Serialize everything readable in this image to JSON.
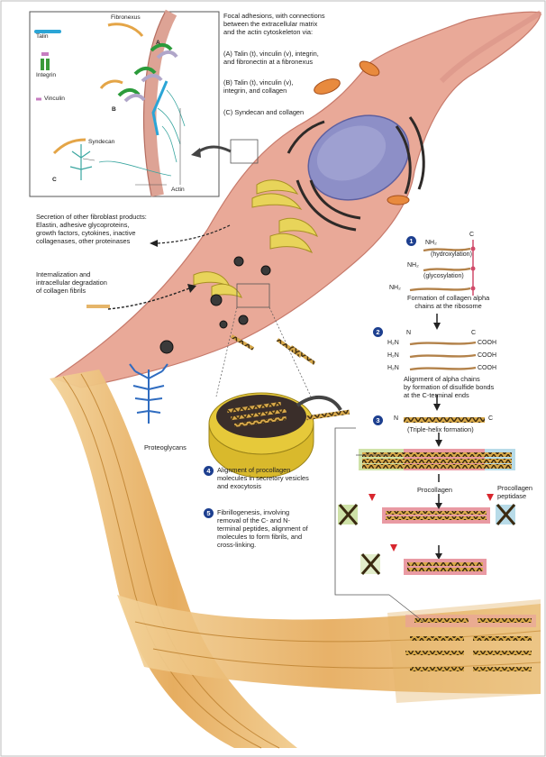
{
  "inset": {
    "title_lines": [
      "Focal adhesions, with connections",
      "between the extracellular matrix",
      "and the actin cytoskeleton via:"
    ],
    "option_a_lines": [
      "(A) Talin (t), vinculin (v), integrin,",
      "and fibronectin at a fibronexus"
    ],
    "option_b_lines": [
      "(B) Talin (t), vinculin (v),",
      "integrin, and collagen"
    ],
    "option_c": "(C) Syndecan and collagen",
    "key_talin": "Talin",
    "key_integrin": "Integrin",
    "key_vinculin": "Vinculin",
    "label_fibronexus": "Fibronexus",
    "label_syndecan": "Syndecan",
    "label_actin": "Actin",
    "letter_a": "A",
    "letter_b": "B",
    "letter_c": "C"
  },
  "left_labels": {
    "secretion_lines": [
      "Secretion of other fibroblast products:",
      "Elastin, adhesive glycoproteins,",
      "growth factors, cytokines, inactive",
      "collagenases, other proteinases"
    ],
    "internalization_lines": [
      "Internalization and",
      "intracellular degradation",
      "of collagen fibrils"
    ],
    "proteoglycans": "Proteoglycans"
  },
  "steps": [
    {
      "number": "1",
      "lines": [
        "Formation of collagen alpha",
        "chains at the ribosome"
      ]
    },
    {
      "number": "2",
      "lines": [
        "Alignment of alpha chains",
        "by formation of disulfide bonds",
        "at the C-terminal ends"
      ]
    },
    {
      "number": "3",
      "lines": [
        "(Triple-helix formation)"
      ]
    },
    {
      "number": "4",
      "lines": [
        "Alignment of procollagen",
        "molecules in secretory vesicles",
        "and exocytosis"
      ]
    },
    {
      "number": "5",
      "lines": [
        "Fibrillogenesis, involving",
        "removal of the C- and N-",
        "terminal peptides, alignment of",
        "molecules to form fibrils, and",
        "cross-linking."
      ]
    }
  ],
  "step1": {
    "nh2": "NH₂",
    "c": "C",
    "hydroxylation": "(hydroxylation)",
    "glycosylation": "(glycosylation)"
  },
  "step2": {
    "n": "N",
    "c": "C",
    "h2n": "H₂N",
    "cooh": "COOH"
  },
  "step3": {
    "n": "N",
    "c": "C"
  },
  "labels": {
    "procollagen": "Procollagen",
    "peptidase_lines": [
      "Procollagen",
      "peptidase"
    ]
  },
  "colors": {
    "cell": "#e9a998",
    "cell_edge": "#c77a6b",
    "nucleus": "#8d8fc7",
    "golgi": "#e8d45a",
    "fibril": "#e7b86a",
    "badge": "#1d3f8f",
    "marker": "#d8262e",
    "peptide_green": "#cfe2a8",
    "peptide_blue": "#b8dbe8",
    "pink_band": "#e99aa3"
  }
}
